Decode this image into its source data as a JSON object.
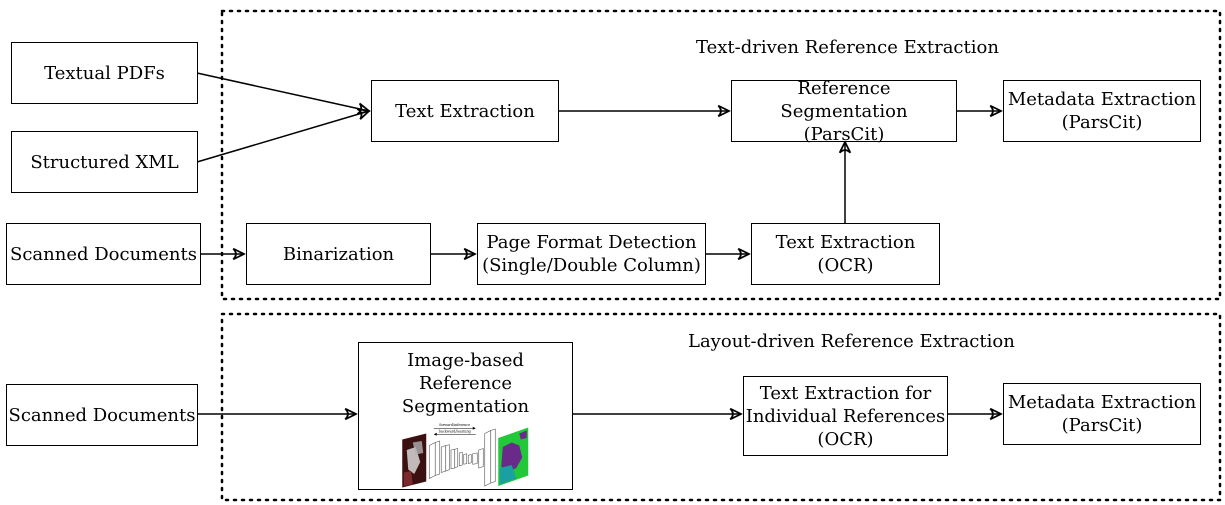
{
  "regions": {
    "text_driven": "Text-driven Reference Extraction",
    "layout_driven": "Layout-driven Reference Extraction"
  },
  "nodes": {
    "textual_pdfs": "Textual PDFs",
    "structured_xml": "Structured XML",
    "scanned_docs_top": "Scanned Documents",
    "text_extraction": "Text Extraction",
    "ref_seg": [
      "Reference Segmentation",
      "(ParsCit)"
    ],
    "metadata_top": [
      "Metadata Extraction",
      "(ParsCit)"
    ],
    "binarization": "Binarization",
    "page_format": [
      "Page Format Detection",
      "(Single/Double Column)"
    ],
    "ocr_text": [
      "Text Extraction",
      "(OCR)"
    ],
    "scanned_docs_bottom": "Scanned Documents",
    "image_ref_seg": [
      "Image-based Reference",
      "Segmentation"
    ],
    "text_extraction_indiv": [
      "Text Extraction for",
      "Individual References",
      "(OCR)"
    ],
    "metadata_bottom": [
      "Metadata Extraction",
      "(ParsCit)"
    ]
  },
  "cnn_figure": {
    "forward_label": "forward/inference",
    "backward_label": "backward/learning",
    "colors": {
      "background": "#000000",
      "segment_green": "#22c73a",
      "segment_purple": "#6a2a8a",
      "segment_teal": "#1aa0a0"
    }
  }
}
